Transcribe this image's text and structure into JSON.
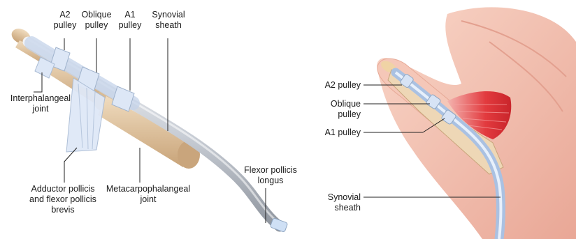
{
  "colors": {
    "bone": "#e2c9a4",
    "bone_shadow": "#c9a57c",
    "sheath": "#c4d3ea",
    "pulley": "#dde7f6",
    "tendon_gray": "#aab0b8",
    "skin": "#f3c0b1",
    "muscle": "#e23a3e",
    "leader": "#222222"
  },
  "left_diagram": {
    "labels": {
      "a2_pulley": [
        "A2",
        "pulley"
      ],
      "oblique_pulley": [
        "Oblique",
        "pulley"
      ],
      "a1_pulley": [
        "A1",
        "pulley"
      ],
      "synovial_sheath": [
        "Synovial",
        "sheath"
      ],
      "interphalangeal_joint": [
        "Interphalangeal",
        "joint"
      ],
      "adductor": [
        "Adductor pollicis",
        "and flexor pollicis",
        "brevis"
      ],
      "mcp_joint": [
        "Metacarpophalangeal",
        "joint"
      ],
      "fpl": [
        "Flexor pollicis",
        "longus"
      ]
    }
  },
  "right_diagram": {
    "labels": {
      "a2_pulley": [
        "A2 pulley"
      ],
      "oblique_pulley": [
        "Oblique",
        "pulley"
      ],
      "a1_pulley": [
        "A1 pulley"
      ],
      "synovial_sheath": [
        "Synovial",
        "sheath"
      ]
    }
  }
}
